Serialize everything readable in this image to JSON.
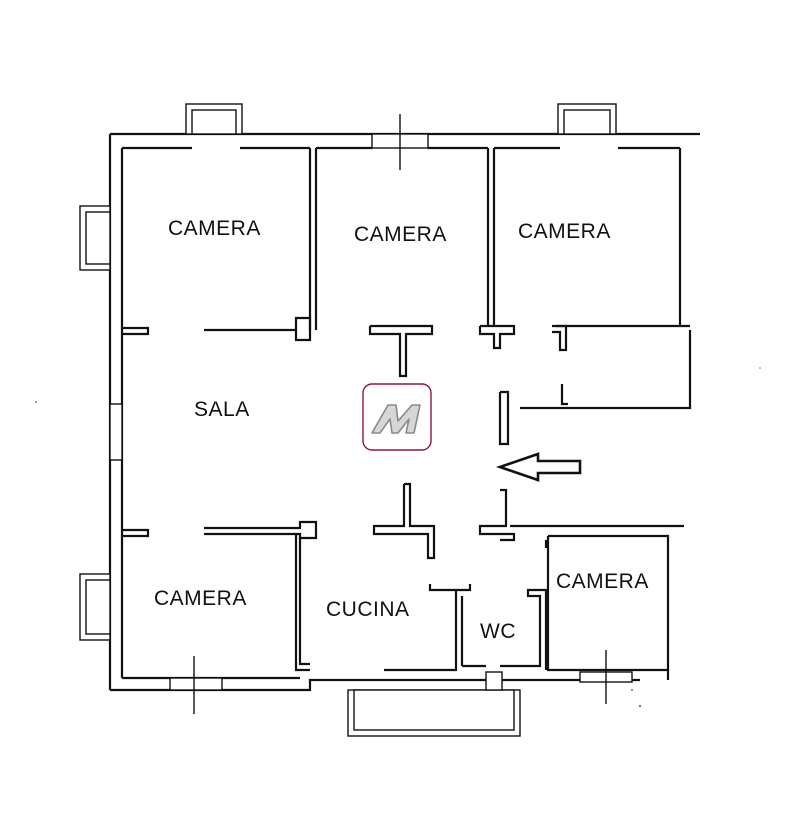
{
  "plan": {
    "rooms": [
      {
        "id": "camera-top-left",
        "label": "CAMERA"
      },
      {
        "id": "camera-top-center",
        "label": "CAMERA"
      },
      {
        "id": "camera-top-right",
        "label": "CAMERA"
      },
      {
        "id": "sala",
        "label": "SALA"
      },
      {
        "id": "camera-bottom-left",
        "label": "CAMERA"
      },
      {
        "id": "cucina",
        "label": "CUCINA"
      },
      {
        "id": "wc",
        "label": "WC"
      },
      {
        "id": "camera-bottom-right",
        "label": "CAMERA"
      }
    ],
    "logo": {
      "letter": "M",
      "icon": "agency-logo-icon",
      "border_color": "#8b1a3a",
      "fill_color": "#c9c9c9"
    },
    "entrance": {
      "icon": "entrance-arrow-icon",
      "direction": "left"
    },
    "colors": {
      "walls": "#111111",
      "background": "#ffffff"
    }
  }
}
